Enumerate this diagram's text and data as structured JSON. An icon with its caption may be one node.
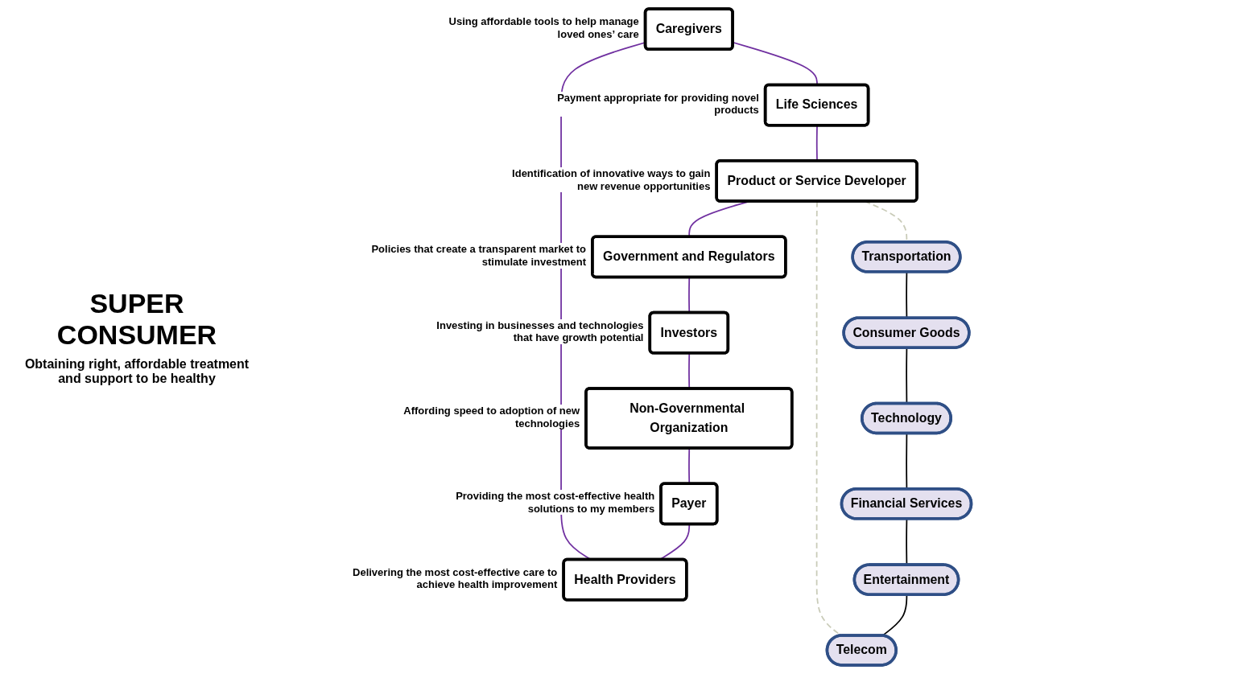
{
  "diagram": {
    "nodes": [
      {
        "text": [
          "Caregivers"
        ],
        "beside": [
          "Using affordable tools to help manage loved ones’ care"
        ]
      },
      {
        "text": [
          "Life Sciences"
        ],
        "beside": [
          "Payment appropriate for providing novel products"
        ]
      },
      {
        "text": [
          "Product or Service Developer"
        ],
        "beside": [
          "Identification of innovative ways to gain new revenue opportunities"
        ]
      },
      {
        "text": [
          "Government and Regulators"
        ],
        "beside": [
          "Policies that create a transparent market to stimulate investment"
        ]
      },
      {
        "text": [
          "Investors"
        ],
        "beside": [
          "Investing in businesses and technologies that have growth potential"
        ]
      },
      {
        "text": [
          "Non-Governmental Organization"
        ],
        "beside": [
          "Affording speed to adoption of new technologies"
        ]
      },
      {
        "text": [
          "Payer"
        ],
        "beside": [
          "Providing the most cost-effective health solutions to my members"
        ]
      },
      {
        "text": [
          "Health Providers"
        ],
        "beside": [
          "Delivering the most cost-effective care to achieve health improvement"
        ]
      },
      {
        "text": [
          "Transportation"
        ]
      },
      {
        "text": [
          "Consumer Goods"
        ]
      },
      {
        "text": [
          "Technology"
        ]
      },
      {
        "text": [
          "Financial Services"
        ]
      },
      {
        "text": [
          "Entertainment"
        ]
      },
      {
        "text": [
          "Telecom"
        ]
      }
    ],
    "edges": [
      {
        "from": 0,
        "to": 1,
        "arrow": "none"
      },
      {
        "from": 1,
        "to": 2,
        "arrow": "none"
      },
      {
        "from": 2,
        "to": 3,
        "arrow": "none"
      },
      {
        "from": 3,
        "to": 4,
        "arrow": "none"
      },
      {
        "from": 4,
        "to": 5,
        "arrow": "none"
      },
      {
        "from": 5,
        "to": 6,
        "arrow": "none"
      },
      {
        "from": 6,
        "to": 7,
        "arrow": "none"
      },
      {
        "from": 7,
        "to": 0,
        "arrow": "none"
      },
      {
        "from": 8,
        "to": 9,
        "arrow": "none",
        "color": "#000000"
      },
      {
        "from": 9,
        "to": 10,
        "arrow": "none",
        "color": "#000000"
      },
      {
        "from": 10,
        "to": 11,
        "arrow": "none",
        "color": "#000000"
      },
      {
        "from": 11,
        "to": 12,
        "arrow": "none",
        "color": "#000000"
      },
      {
        "from": 12,
        "to": 13,
        "arrow": "none",
        "color": "#000000"
      },
      {
        "from": 2,
        "to": 8,
        "arrow": "none",
        "style": "dashed",
        "color": "#c9cbb8"
      },
      {
        "from": 2,
        "to": 13,
        "arrow": "none",
        "style": "dashed",
        "color": "#c9cbb8"
      }
    ],
    "labels": [
      "SUPER CONSUMER",
      "Obtaining right, affordable treatment and support to be healthy"
    ]
  }
}
